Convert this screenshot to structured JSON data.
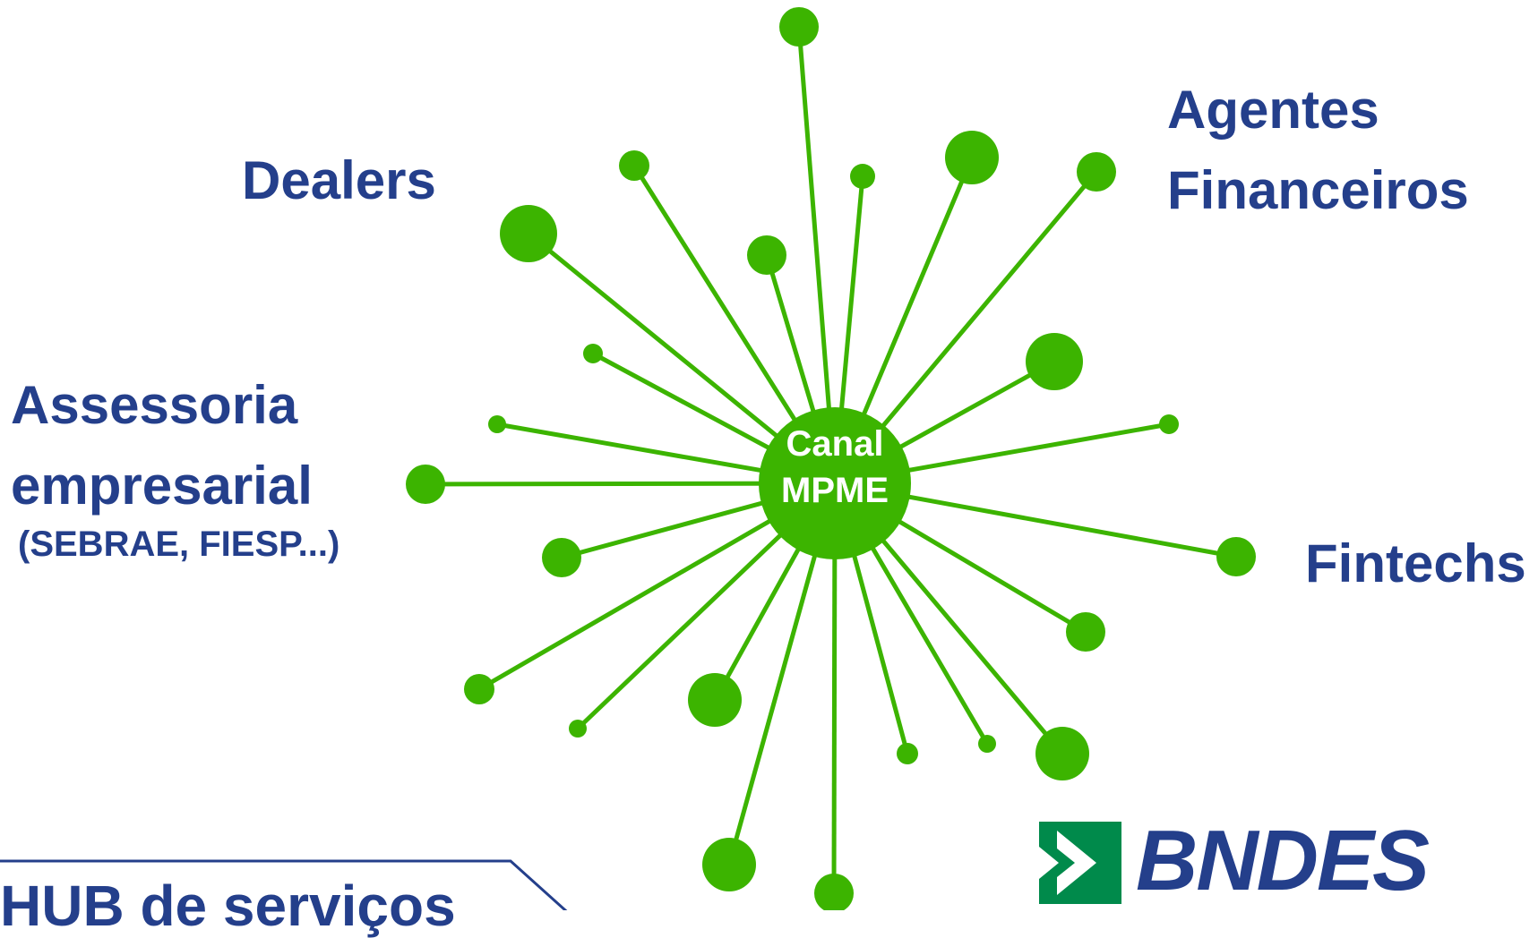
{
  "center": {
    "line1": "Canal",
    "line2": "MPME"
  },
  "labels": {
    "dealers": "Dealers",
    "agentes_line1": "Agentes",
    "agentes_line2": "Financeiros",
    "assessoria_line1": "Assessoria",
    "assessoria_line2": "empresarial",
    "assessoria_line3": "(SEBRAE, FIESP...)",
    "fintechs": "Fintechs"
  },
  "logo": {
    "text": "BNDES",
    "green": "#008a4b",
    "blue": "#243f8b"
  },
  "banner": {
    "text": "HUB de serviços"
  },
  "colors": {
    "node": "#3cb400",
    "line": "#3cb400",
    "label": "#243f8b",
    "background": "#ffffff"
  }
}
